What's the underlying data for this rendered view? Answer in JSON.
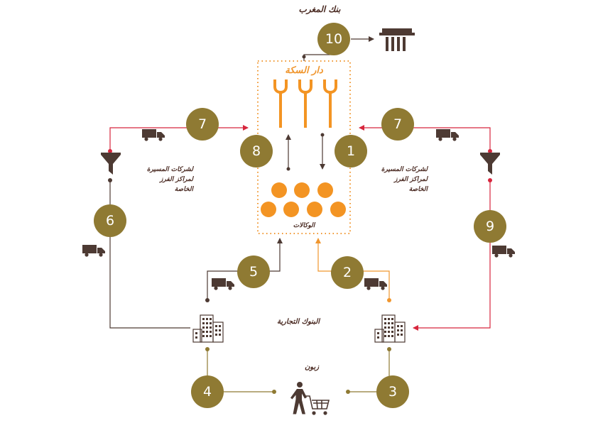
{
  "labels": {
    "central_bank": "بنك المغرب",
    "mint": "دار السكة",
    "agencies": "الوكالات",
    "commercial_banks": "البنوك التجارية",
    "customers": "زبون"
  },
  "notes": {
    "left": [
      "لشركات المسيرة",
      "لمراكز الفرز",
      "الخاصة"
    ],
    "right": [
      "لشركات المسيرة",
      "لمراكز الفرز",
      "الخاصة"
    ]
  },
  "steps": [
    "10",
    "7",
    "7",
    "8",
    "1",
    "6",
    "9",
    "5",
    "2",
    "4",
    "3"
  ],
  "icons": [
    "bank-building-icon",
    "truck-icon",
    "funnel-icon",
    "office-building-icon",
    "shopping-cart-person-icon",
    "fork-press-icon",
    "coin-icon"
  ],
  "colors": {
    "node": "#8f7a33",
    "red_flow": "#d7263d",
    "orange_flow": "#f0962e",
    "dark_flow": "#4d3a33",
    "olive_flow": "#8f7a33",
    "coin": "#f39423"
  }
}
